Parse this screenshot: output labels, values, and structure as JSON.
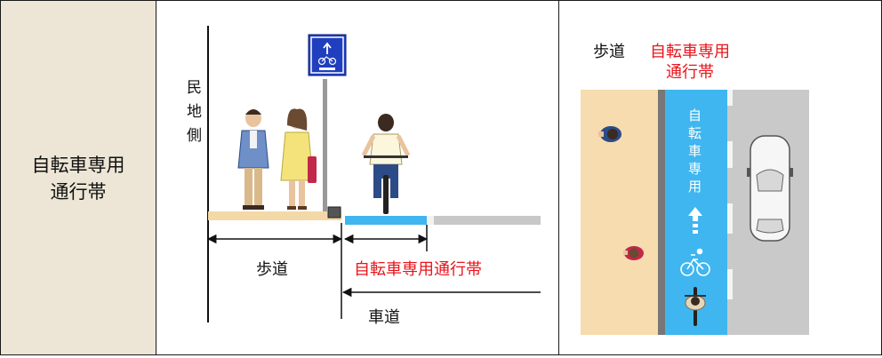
{
  "row_label": {
    "line1": "自転車専用",
    "line2": "通行帯"
  },
  "section_diagram": {
    "roadside_label": [
      "民",
      "地",
      "側"
    ],
    "sidewalk_label": "歩道",
    "bike_lane_label": "自転車専用通行帯",
    "roadway_label": "車道",
    "colors": {
      "sidewalk": "#f4d9a8",
      "bike_lane": "#3fb6ef",
      "roadway": "#c8c8c8",
      "sign": "#1f3fbf",
      "label_red": "#e8141c"
    }
  },
  "plan_diagram": {
    "sidewalk_label": "歩道",
    "bike_lane_title_line1": "自転車専用",
    "bike_lane_title_line2": "通行帯",
    "lane_marking_text": [
      "自",
      "転",
      "車",
      "専",
      "用"
    ],
    "colors": {
      "sidewalk": "#f6dcae",
      "bike_lane": "#3fb6ef",
      "roadway": "#c9c9c9",
      "label_red": "#e8141c"
    }
  }
}
